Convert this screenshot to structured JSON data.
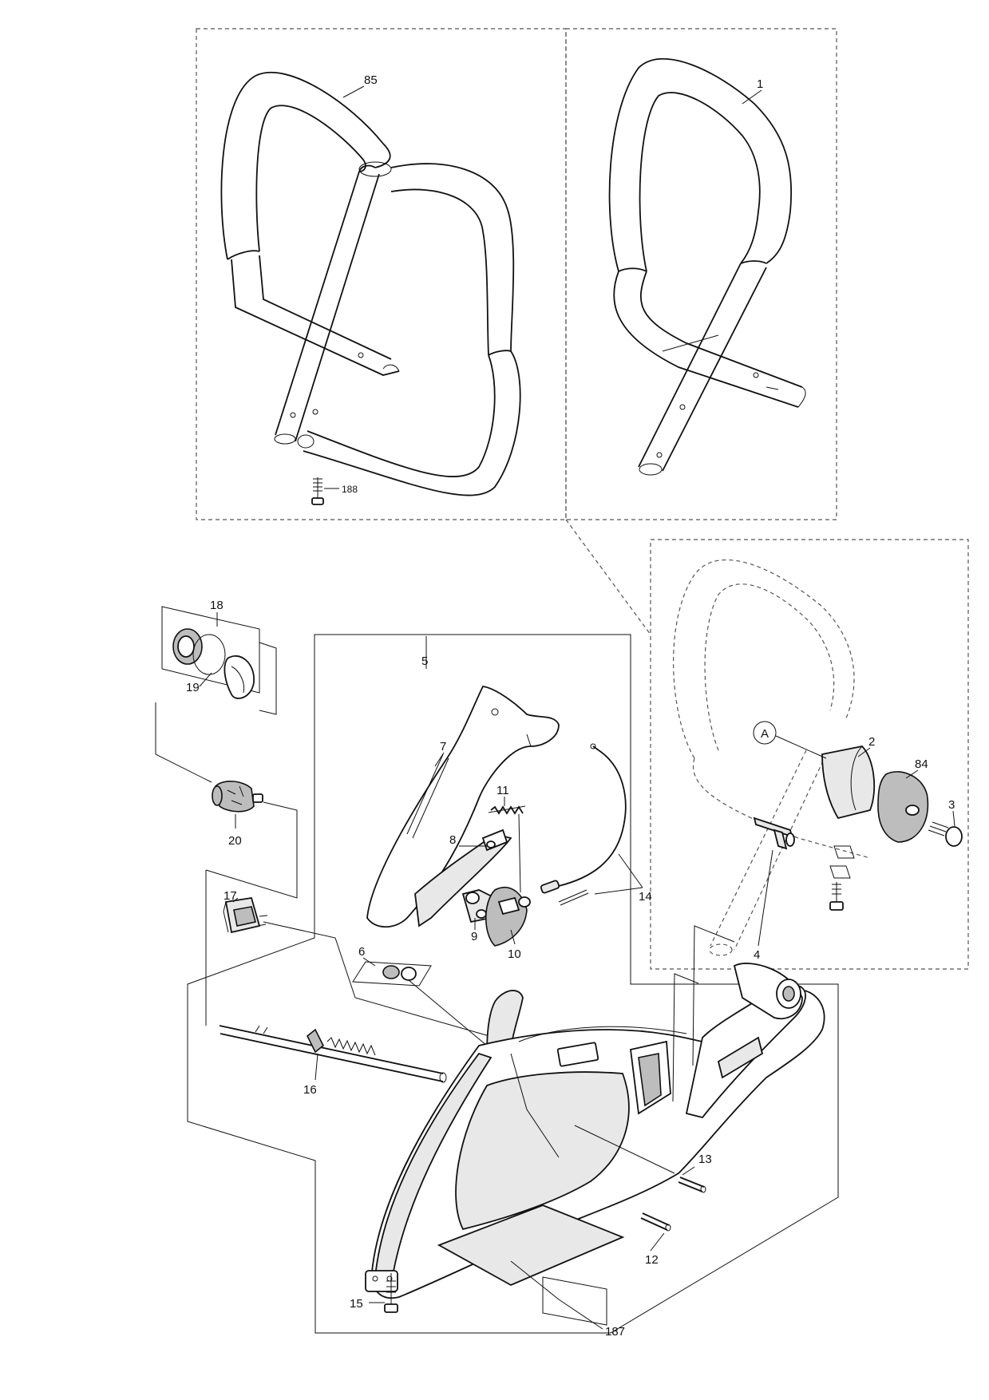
{
  "callouts": {
    "p85": "85",
    "p1": "1",
    "p188": "188",
    "p18": "18",
    "p19": "19",
    "p20": "20",
    "p17": "17",
    "p5": "5",
    "p7": "7",
    "p11": "11",
    "p8": "8",
    "p9": "9",
    "p10": "10",
    "p14": "14",
    "p6": "6",
    "p16": "16",
    "p13": "13",
    "p12": "12",
    "p15": "15",
    "p187": "187",
    "pA": "A",
    "p2": "2",
    "p84": "84",
    "p3": "3",
    "p4": "4"
  }
}
